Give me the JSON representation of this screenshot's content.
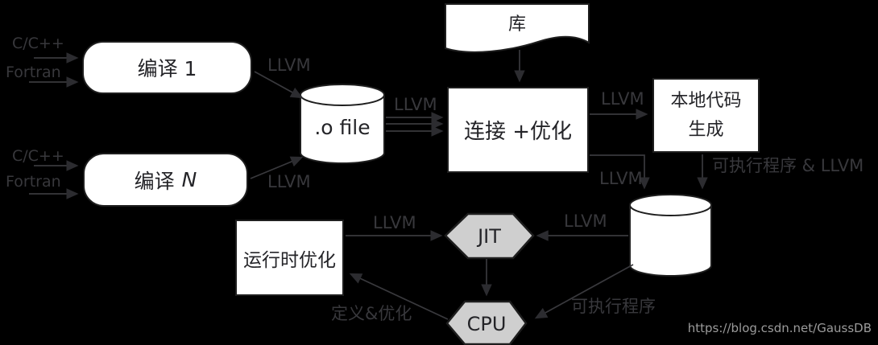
{
  "colors": {
    "background": "#000000",
    "node_fill": "#ffffff",
    "hexagon_fill": "#cfcfcf",
    "line": "#39393d",
    "edge_label_text": "#38383c",
    "node_text": "#242428",
    "watermark_text": "#9b9b9b"
  },
  "nodes": {
    "compile1": {
      "label": "编译 1"
    },
    "compileN": {
      "prefix": "编译",
      "n": "N"
    },
    "library": {
      "label": "库"
    },
    "ofile": {
      "label": ".o file"
    },
    "link": {
      "label": "连接 +优化"
    },
    "native": {
      "line1": "本地代码",
      "line2": "生成"
    },
    "runtime": {
      "label": "运行时优化"
    },
    "jit": {
      "label": "JIT"
    },
    "cpu": {
      "label": "CPU"
    }
  },
  "labels": {
    "llvm": "LLVM",
    "cpp": "C/C++",
    "fortran": "Fortran",
    "exe_llvm": "可执行程序 & LLVM",
    "exe": "可执行程序",
    "define_opt": "定义&优化"
  },
  "watermark": "https://blog.csdn.net/GaussDB"
}
